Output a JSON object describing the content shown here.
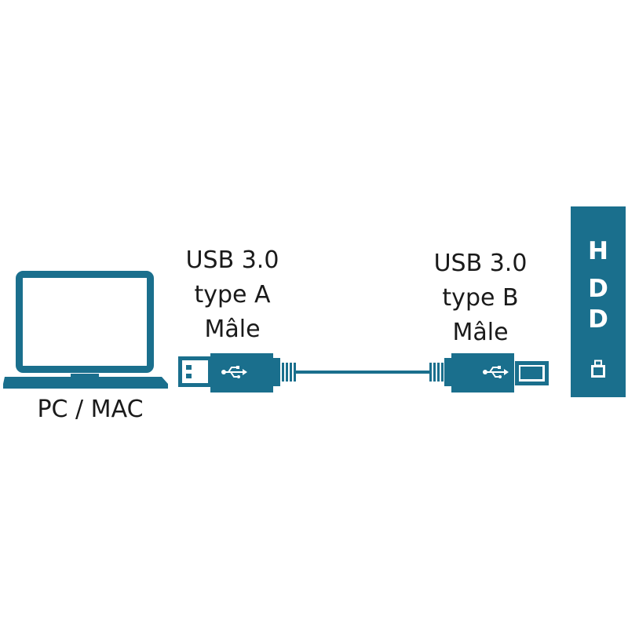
{
  "colors": {
    "accent": "#1a6f8d",
    "text": "#1a1a1a",
    "background": "#ffffff"
  },
  "pc": {
    "label": "PC / MAC",
    "icon": "laptop-icon"
  },
  "connector_a": {
    "line1": "USB 3.0",
    "line2": "type A",
    "line3": "Mâle",
    "icon": "usb-icon"
  },
  "connector_b": {
    "line1": "USB 3.0",
    "line2": "type B",
    "line3": "Mâle",
    "icon": "usb-icon"
  },
  "hdd": {
    "letters": [
      "H",
      "D",
      "D"
    ],
    "icon": "usb-port-icon"
  }
}
